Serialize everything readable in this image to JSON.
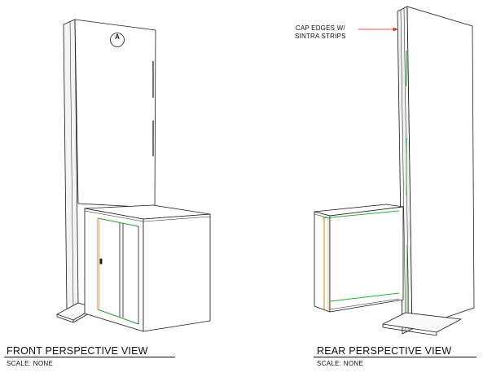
{
  "front_view": {
    "title": "FRONT PERSPECTIVE VIEW",
    "scale": "SCALE: NONE",
    "tag_label": "A"
  },
  "rear_view": {
    "title": "REAR PERSPECTIVE VIEW",
    "scale": "SCALE: NONE",
    "callout_line1": "CAP EDGES W/",
    "callout_line2": "SINTRA STRIPS"
  },
  "colors": {
    "line": "#1a1a1a",
    "edge_green": "#2fae3a",
    "edge_orange": "#d08a2a",
    "callout_red": "#d81e1e"
  }
}
